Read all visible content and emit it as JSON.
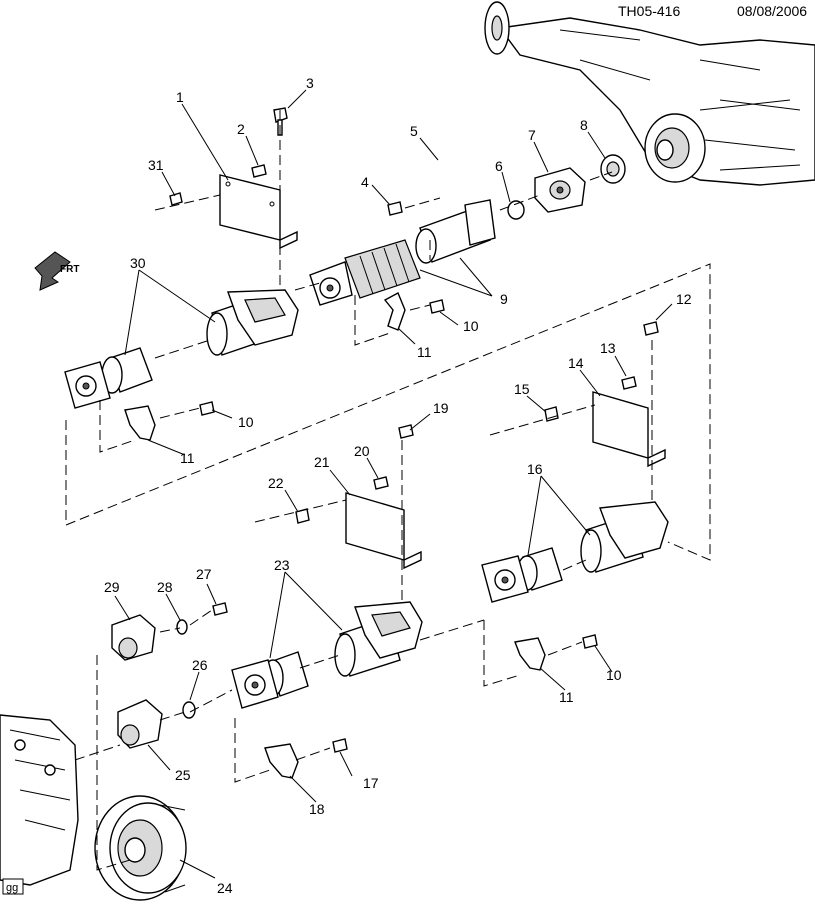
{
  "header": {
    "code": "TH05-416",
    "date": "08/08/2006"
  },
  "corner_tag": "gg",
  "front_arrow_label": "FRT",
  "callouts": [
    "1",
    "2",
    "3",
    "4",
    "5",
    "6",
    "7",
    "8",
    "9",
    "10",
    "11",
    "12",
    "13",
    "14",
    "15",
    "16",
    "17",
    "18",
    "19",
    "20",
    "21",
    "22",
    "23",
    "24",
    "25",
    "26",
    "27",
    "28",
    "29",
    "30",
    "31"
  ]
}
